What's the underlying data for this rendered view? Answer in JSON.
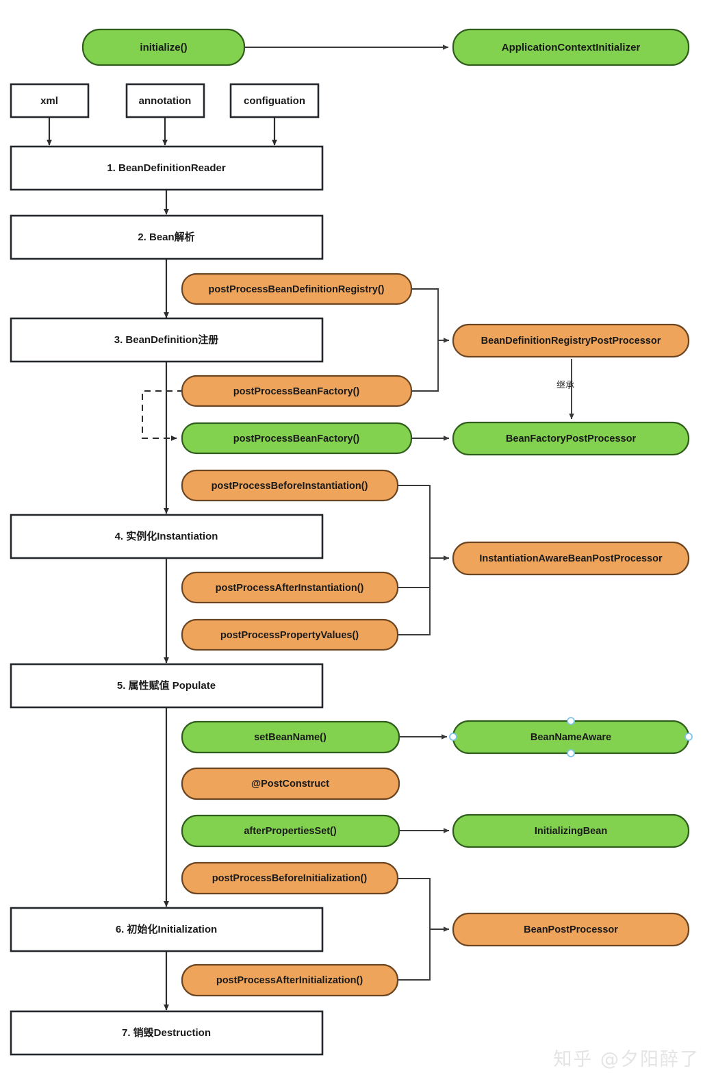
{
  "diagram": {
    "title": "Spring Bean Lifecycle",
    "colors": {
      "green_fill": "#82d14f",
      "green_stroke": "#2f5d1c",
      "orange_fill": "#efa45c",
      "orange_stroke": "#6b4521",
      "plain_fill": "#ffffff",
      "plain_stroke": "#23272b",
      "connector": "#2b2b2b",
      "selection_handle": "#7fc3e8"
    },
    "entry": {
      "initialize_label": "initialize()",
      "application_context_initializer_label": "ApplicationContextInitializer"
    },
    "sources": [
      {
        "label": "xml"
      },
      {
        "label": "annotation"
      },
      {
        "label": "configuation"
      }
    ],
    "lifecycle_steps": [
      {
        "label": "1. BeanDefinitionReader"
      },
      {
        "label": "2. Bean解析"
      },
      {
        "label": "3. BeanDefinition注册"
      },
      {
        "label": "4. 实例化Instantiation"
      },
      {
        "label": "5. 属性赋值 Populate"
      },
      {
        "label": "6. 初始化Initialization"
      },
      {
        "label": "7. 销毁Destruction"
      }
    ],
    "hooks": [
      {
        "label": "postProcessBeanDefinitionRegistry()",
        "color": "orange"
      },
      {
        "label": "postProcessBeanFactory()",
        "color": "orange"
      },
      {
        "label": "postProcessBeanFactory()",
        "color": "green"
      },
      {
        "label": "postProcessBeforeInstantiation()",
        "color": "orange"
      },
      {
        "label": "postProcessAfterInstantiation()",
        "color": "orange"
      },
      {
        "label": "postProcessPropertyValues()",
        "color": "orange"
      },
      {
        "label": "setBeanName()",
        "color": "green"
      },
      {
        "label": "@PostConstruct",
        "color": "orange"
      },
      {
        "label": "afterPropertiesSet()",
        "color": "green"
      },
      {
        "label": "postProcessBeforeInitialization()",
        "color": "orange"
      },
      {
        "label": "postProcessAfterInitialization()",
        "color": "orange"
      }
    ],
    "interfaces": [
      {
        "label": "BeanDefinitionRegistryPostProcessor",
        "color": "orange"
      },
      {
        "label": "BeanFactoryPostProcessor",
        "color": "green"
      },
      {
        "label": "InstantiationAwareBeanPostProcessor",
        "color": "orange"
      },
      {
        "label": "BeanNameAware",
        "color": "green",
        "selected": true
      },
      {
        "label": "InitializingBean",
        "color": "green"
      },
      {
        "label": "BeanPostProcessor",
        "color": "orange"
      }
    ],
    "edge_labels": [
      {
        "label": "继承"
      }
    ],
    "watermark": "知乎 @夕阳醉了"
  }
}
